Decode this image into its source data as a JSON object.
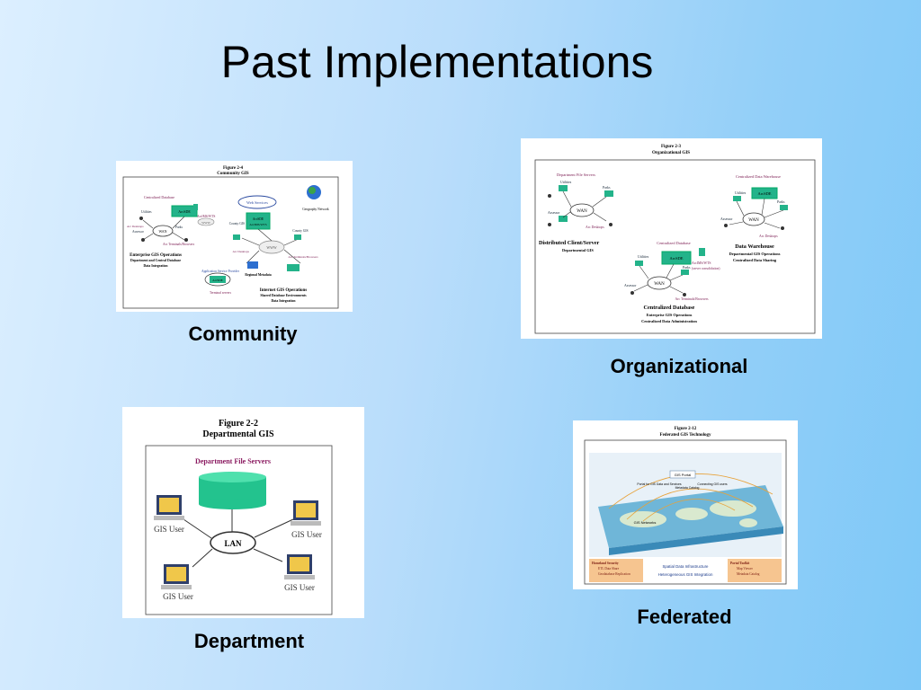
{
  "slide": {
    "title": "Past Implementations"
  },
  "captions": {
    "community": "Community",
    "organizational": "Organizational",
    "department": "Department",
    "federated": "Federated"
  },
  "community": {
    "fig_title": "Figure 2-4",
    "fig_subtitle": "Community GIS",
    "centralized_db": "Centralized Database",
    "arcsde": "ArcSDE",
    "arcims": "ArcIMS/WTS",
    "web_services": "Web Services",
    "geography_network": "Geography Network",
    "wan": "WAN",
    "www": "WWW",
    "utilities": "Utilities",
    "parks": "Parks",
    "assessor": "Assessor",
    "arc_desktops": "Arc Desktops",
    "arc_terminals": "Arc Terminals/Browsers",
    "enterprise_ops": "Enterprise GIS Operations",
    "enterprise_sub1": "Department and Central Database",
    "enterprise_sub2": "Data Integration",
    "county_gis": "County GIS",
    "regional_metadata": "Regional Metadata",
    "app_service_provider": "Application Service Provider",
    "terminal_servers": "Terminal servers",
    "internet_ops": "Internet GIS Operations",
    "internet_sub1": "Shared Database Environments",
    "internet_sub2": "Data Integration"
  },
  "organizational": {
    "fig_title": "Figure 2-3",
    "fig_subtitle": "Organizational GIS",
    "dept_file_servers": "Department File Servers",
    "utilities": "Utilities",
    "parks": "Parks",
    "assessor": "Assessor",
    "wan": "WAN",
    "arc_desktops": "Arc Desktops",
    "distributed": "Distributed Client/Server",
    "departmental": "Departmental GIS",
    "centralized_warehouse": "Centralized Data Warehouse",
    "arcsde": "ArcSDE",
    "data_warehouse": "Data Warehouse",
    "dw_sub1": "Departmental GIS Operations",
    "dw_sub2": "Centralized Data Sharing",
    "centralized_db": "Centralized Database",
    "arcims": "ArcIMS/WTS",
    "server_consolidation": "(server consolidation)",
    "arc_terminals": "Arc Terminals/Browsers",
    "cdb_title": "Centralized Database",
    "cdb_sub1": "Enterprise GIS Operations",
    "cdb_sub2": "Centralized Data Administration"
  },
  "department": {
    "fig_title": "Figure 2-2",
    "fig_subtitle": "Departmental GIS",
    "file_servers": "Department File Servers",
    "lan": "LAN",
    "gis_user": "GIS User"
  },
  "federated": {
    "fig_title": "Figure 2-12",
    "fig_subtitle": "Federated GIS Technology",
    "gis_portal": "GIS Portal",
    "portal_data": "Portal for GIS Data and Services",
    "metadata_catalog": "Metadata Catalog",
    "connecting": "Connecting GIS users",
    "gis_networks": "GIS Networks",
    "homeland": "Homeland Security",
    "etl": "ETL Data Share",
    "geodatabase_rep": "Geodatabase Replication",
    "sdi": "Spatial Data Infrastructure",
    "heterogeneous": "Heterogeneous GIS Integration",
    "portal_toolkit": "Portal Toolkit",
    "map_viewer": "Map Viewer",
    "metadata_cat2": "Metadata Catalog"
  }
}
